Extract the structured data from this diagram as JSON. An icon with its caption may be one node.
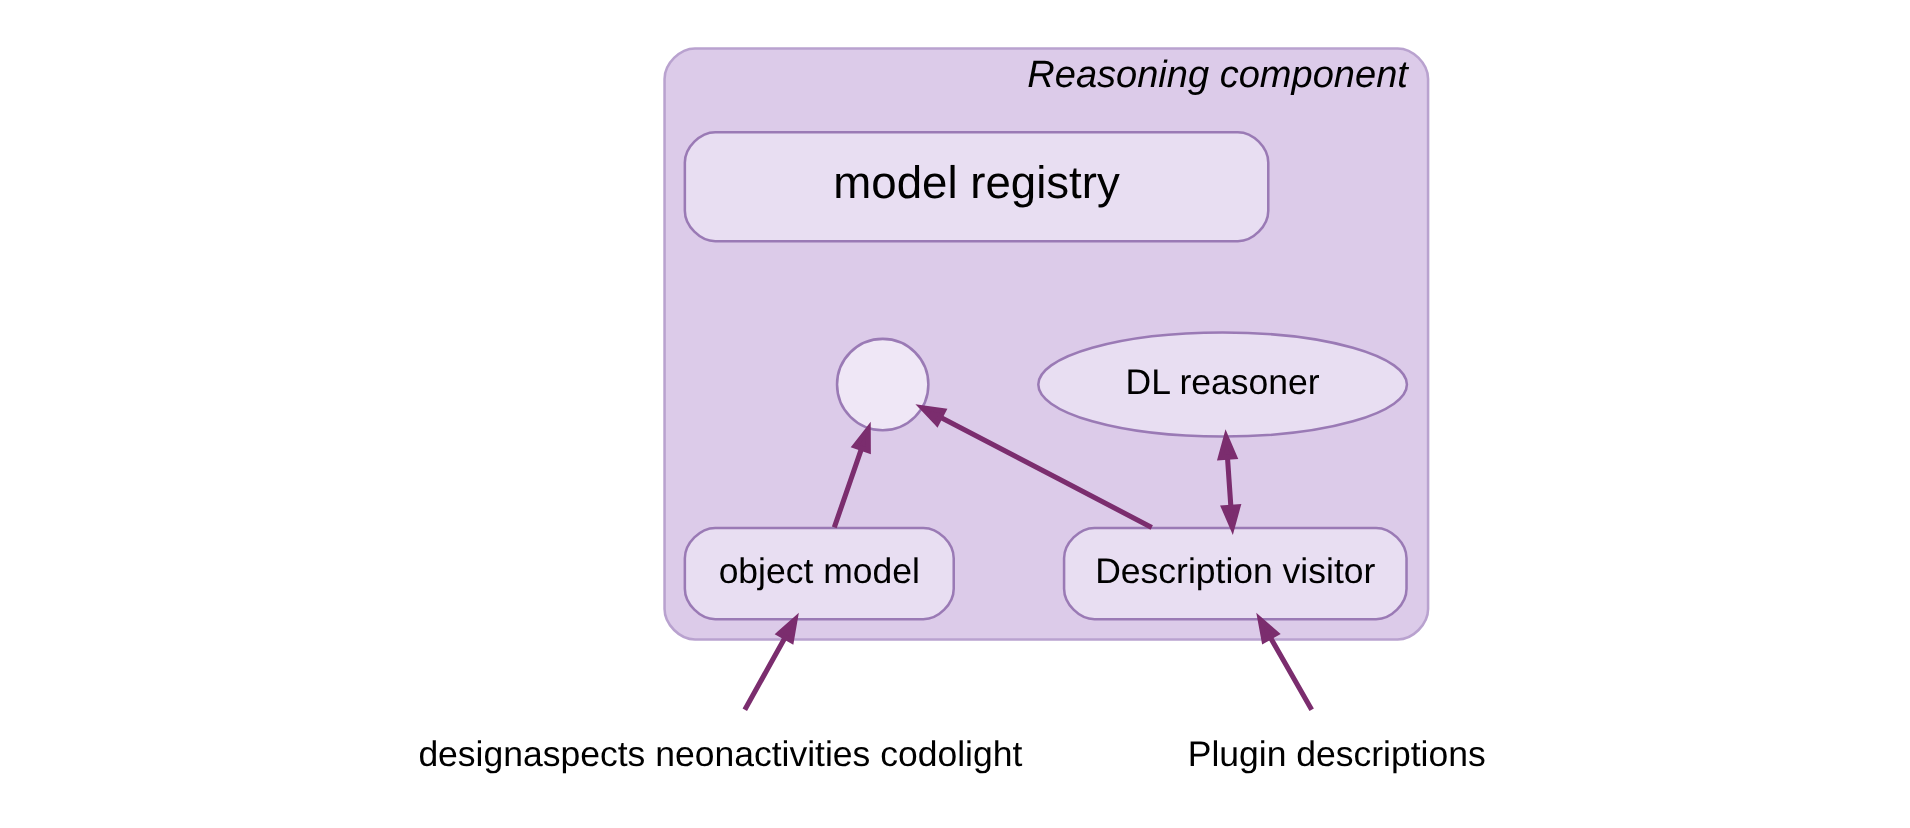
{
  "diagram": {
    "nodes": [
      {
        "text": [
          "Reasoning component"
        ]
      },
      {
        "text": [
          "model registry"
        ],
        "in": 0
      },
      {
        "text": [],
        "shape": "circle",
        "in": 0
      },
      {
        "text": [
          "object model"
        ],
        "in": 0
      },
      {
        "text": [
          "Description visitor"
        ],
        "in": 0
      },
      {
        "text": [
          "DL reasoner"
        ],
        "in": 0
      },
      {
        "text": [
          "designaspects neonactivities codolight"
        ]
      },
      {
        "text": [
          "Plugin descriptions"
        ]
      }
    ],
    "edges": [
      {
        "from": 3,
        "to": 2,
        "arrow": "to"
      },
      {
        "from": 4,
        "to": 2,
        "arrow": "to"
      },
      {
        "from": 4,
        "to": 5,
        "arrow": "both"
      },
      {
        "from": 6,
        "to": 3,
        "arrow": "to"
      },
      {
        "from": 7,
        "to": 4,
        "arrow": "to"
      }
    ]
  }
}
